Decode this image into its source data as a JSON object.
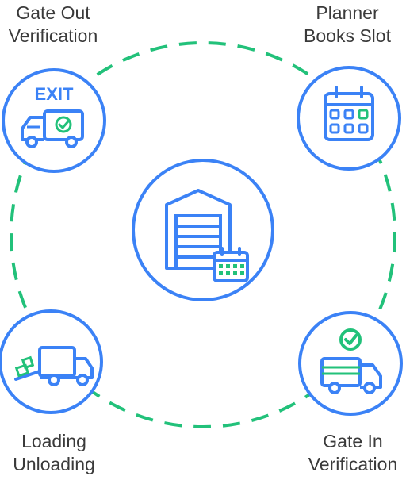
{
  "colors": {
    "blue": "#3b82f6",
    "green": "#22c17a",
    "text": "#3a3a3a"
  },
  "steps": {
    "gate_out": {
      "line1": "Gate Out",
      "line2": "Verification",
      "badge": "EXIT",
      "icon": "exit-truck-check-icon"
    },
    "planner": {
      "line1": "Planner",
      "line2": "Books Slot",
      "icon": "calendar-icon"
    },
    "loading": {
      "line1": "Loading",
      "line2": "Unloading",
      "icon": "truck-ramp-icon"
    },
    "gate_in": {
      "line1": "Gate In",
      "line2": "Verification",
      "icon": "truck-check-icon"
    }
  },
  "center": {
    "icon": "warehouse-calendar-icon"
  }
}
